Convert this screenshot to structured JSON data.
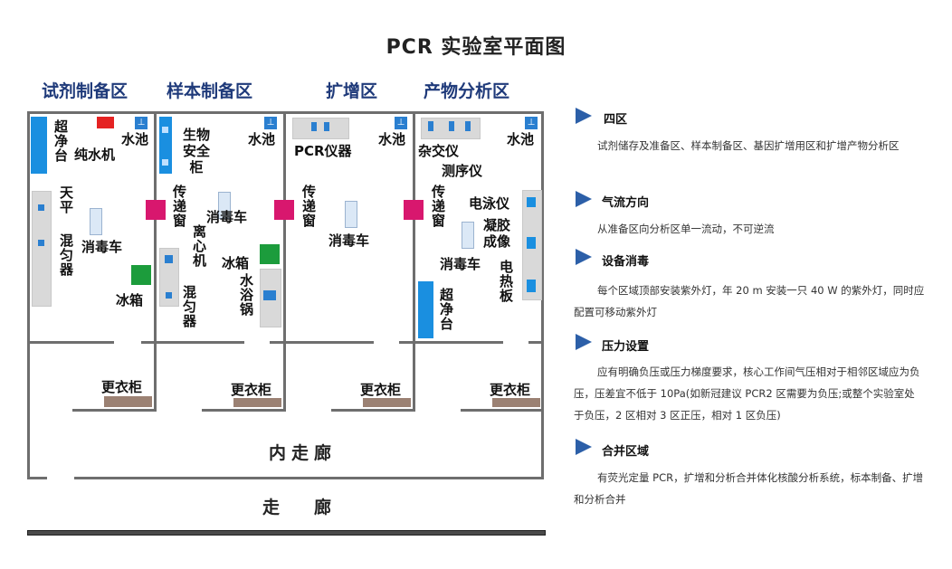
{
  "title": "PCR 实验室平面图",
  "zones": [
    "试剂制备区",
    "样本制备区",
    "扩增区",
    "产物分析区"
  ],
  "rooms": {
    "r1": {
      "chaojingtai": "超净台",
      "chunshuiji": "纯水机",
      "shuichi": "水池",
      "tianping": "天平",
      "hunyunqi": "混匀器",
      "xiaoduche": "消毒车",
      "bingxiang": "冰箱"
    },
    "r2": {
      "shengwu": "生物安全柜",
      "shuichi": "水池",
      "chuandichuang": "传递窗",
      "xiaoduche": "消毒车",
      "lixinji": "离心机",
      "bingxiang": "冰箱",
      "hunyunqi": "混匀器",
      "shuiyuguo": "水浴锅"
    },
    "r3": {
      "pcr": "PCR仪器",
      "shuichi": "水池",
      "chuandichuang": "传递窗",
      "xiaoduche": "消毒车"
    },
    "r4": {
      "zajiaoyi": "杂交仪",
      "shuichi": "水池",
      "cexuyi": "测序仪",
      "chuandichuang": "传递窗",
      "dianyongyi": "电泳仪",
      "ningjiao": "凝胶成像",
      "xiaoduche": "消毒车",
      "dianrebant": "电热板",
      "chaojingtai": "超净台"
    }
  },
  "lockers": [
    "更衣柜",
    "更衣柜",
    "更衣柜",
    "更衣柜"
  ],
  "inner_corridor": "内走廊",
  "corridor": "走　　廊",
  "legend": [
    {
      "title": "四区",
      "text": "试剂储存及准备区、样本制备区、基因扩增用区和扩增产物分析区"
    },
    {
      "title": "气流方向",
      "text": "从准备区向分析区单一流动，不可逆流"
    },
    {
      "title": "设备消毒",
      "text": "每个区域顶部安装紫外灯，年 20 m 安装一只 40 W 的紫外灯，同时应配置可移动紫外灯"
    },
    {
      "title": "压力设置",
      "text": "应有明确负压或压力梯度要求，核心工作间气压相对于相邻区域应为负压，压差宜不低于 10Pa(如新冠建议 PCR2 区需要为负压;或整个实验室处于负压，2 区相对 3 区正压，相对 1 区负压)"
    },
    {
      "title": "合并区域",
      "text": "有荧光定量 PCR，扩增和分析合并体化核酸分析系统，标本制备、扩增和分析合并"
    }
  ],
  "colors": {
    "accent": "#1f3a7a",
    "arrow": "#2c5fa8",
    "wall": "#6e6e6e",
    "door_pink": "#d8176e",
    "equip_blue": "#1a8fe0",
    "fridge_green": "#1c9c3c",
    "locker": "#9b8173"
  },
  "icons": {
    "sink": "sink-icon",
    "arrow": "chevron-right-icon"
  }
}
